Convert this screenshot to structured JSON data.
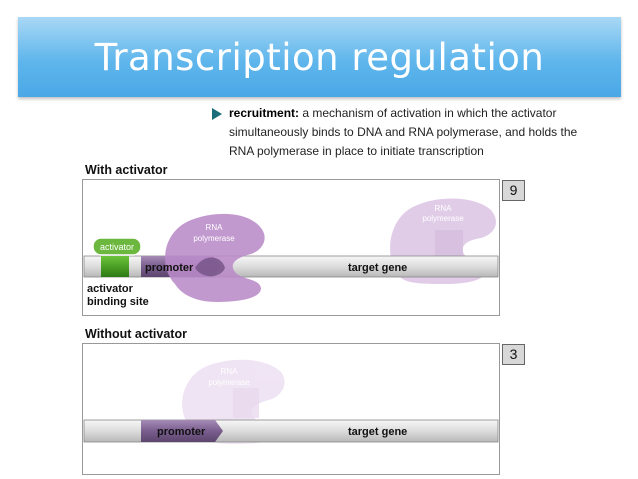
{
  "title": "Transcription regulation",
  "bullet": {
    "term": "recruitment:",
    "line1": " a mechanism of activation in which the activator",
    "line2": "simultaneously binds to DNA and RNA polymerase, and holds the",
    "line3": "RNA polymerase in place to initiate transcription"
  },
  "with_activator": {
    "label": "With activator",
    "count": "9",
    "activator": "activator",
    "promoter": "promoter",
    "target_gene": "target gene",
    "binding_site_line1": "activator",
    "binding_site_line2": "binding site",
    "rnap_line1": "RNA",
    "rnap_line2": "polymerase",
    "rnap_free_line1": "RNA",
    "rnap_free_line2": "polymerase"
  },
  "without_activator": {
    "label": "Without activator",
    "count": "3",
    "promoter": "promoter",
    "target_gene": "target gene",
    "rnap_line1": "RNA",
    "rnap_line2": "polymerase"
  },
  "colors": {
    "title_bar": "#5fb6ec",
    "bullet_arrow": "#1a6e7a",
    "activator": "#3a9a1e",
    "promoter": "#7a5e8e",
    "rna_polymerase": "#b98bc8",
    "dna": "#e2e2e2"
  }
}
